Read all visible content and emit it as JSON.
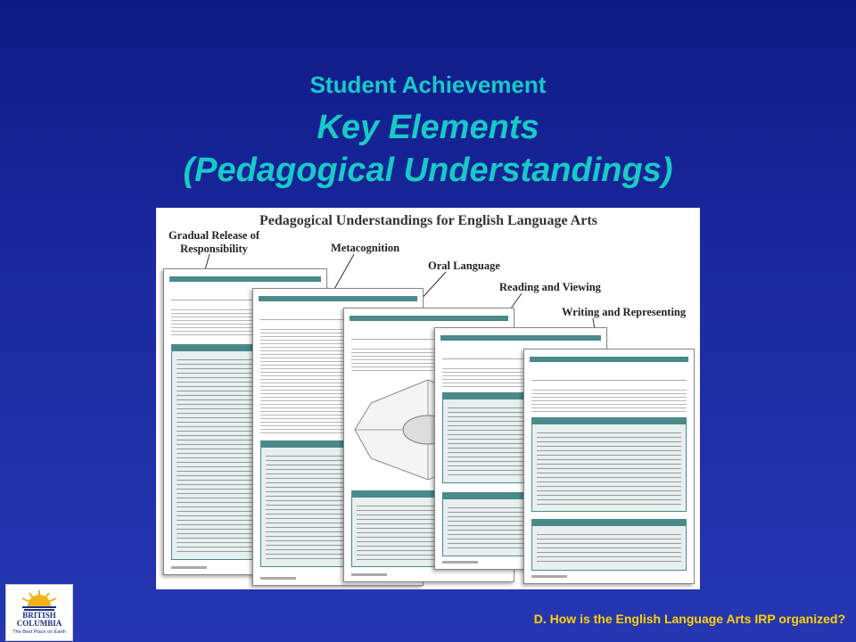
{
  "heading": {
    "line1": "Student Achievement",
    "line2": "Key Elements",
    "line3": "(Pedagogical Understandings)"
  },
  "poster": {
    "title": "Pedagogical Understandings for English Language Arts",
    "callouts": [
      "Gradual Release of Responsibility",
      "Metacognition",
      "Oral Language",
      "Reading and Viewing",
      "Writing and Representing"
    ]
  },
  "logo": {
    "line1": "BRITISH",
    "line2": "COLUMBIA",
    "tagline": "The Best Place on Earth"
  },
  "footer": "D.  How is the English Language Arts IRP organized?",
  "colors": {
    "background": "#1b2aa0",
    "title": "#19c9c6",
    "footer": "#ffd200",
    "page_accent": "#4a8a8a"
  }
}
